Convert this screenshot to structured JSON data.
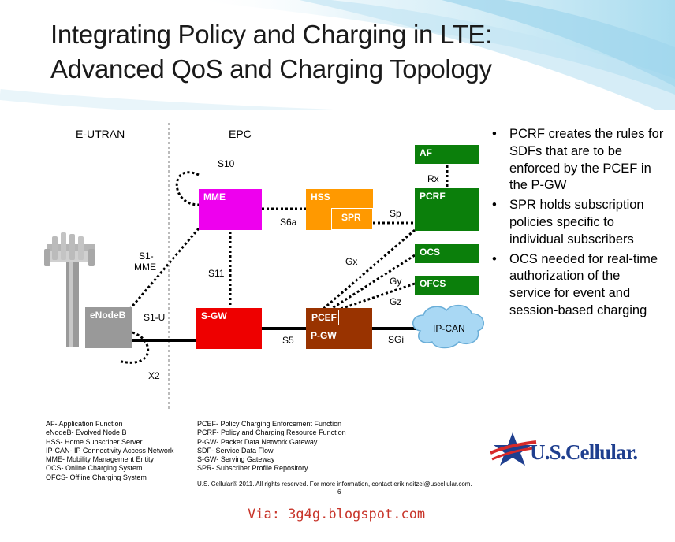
{
  "title": {
    "line1": "Integrating Policy and Charging in LTE:",
    "line2": "Advanced QoS and Charging Topology"
  },
  "diagram": {
    "sections": {
      "eutran": "E-UTRAN",
      "epc": "EPC"
    },
    "nodes": {
      "enodeb": "eNodeB",
      "mme": "MME",
      "sgw": "S-GW",
      "hss": "HSS",
      "spr": "SPR",
      "pcrf": "PCRF",
      "af": "AF",
      "ocs": "OCS",
      "ofcs": "OFCS",
      "pcef": "PCEF",
      "pgw": "P-GW",
      "ipcan": "IP-CAN"
    },
    "interfaces": {
      "s10": "S10",
      "s1mme_1": "S1-",
      "s1mme_2": "MME",
      "s11": "S11",
      "s1u": "S1-U",
      "x2": "X2",
      "s6a": "S6a",
      "sp": "Sp",
      "rx": "Rx",
      "gx": "Gx",
      "gy": "Gy",
      "gz": "Gz",
      "s5": "S5",
      "sgi": "SGi"
    },
    "colors": {
      "mme": "#ee00ee",
      "hss": "#ff9900",
      "green": "#0b7f0b",
      "sgw": "#ee0000",
      "pgw": "#993300",
      "enodeb": "#999999",
      "ipcan": "#a9d8f4"
    }
  },
  "bullets": [
    "PCRF creates the rules for SDFs that are to be enforced by the PCEF in the P-GW",
    "SPR holds subscription policies specific to individual subscribers",
    "OCS needed for real-time authorization of the service for event and session-based charging"
  ],
  "legend": {
    "left": [
      "AF- Application Function",
      "eNodeB- Evolved Node B",
      "HSS- Home Subscriber Server",
      "IP-CAN- IP Connectivity Access Network",
      "MME- Mobility Management Entity",
      "OCS- Online Charging System",
      "OFCS- Offline Charging System"
    ],
    "right": [
      "PCEF- Policy Charging Enforcement Function",
      "PCRF- Policy and Charging Resource Function",
      "P-GW- Packet Data Network Gateway",
      "SDF- Service Data Flow",
      "S-GW- Serving Gateway",
      "SPR- Subscriber Profile Repository"
    ]
  },
  "footer": {
    "copyright": "U.S. Cellular® 2011.  All rights reserved.  For more information, contact erik.neitzel@uscellular.com.",
    "page": "6",
    "via": "Via: 3g4g.blogspot.com"
  },
  "logo": {
    "text": "U.S.Cellular."
  }
}
